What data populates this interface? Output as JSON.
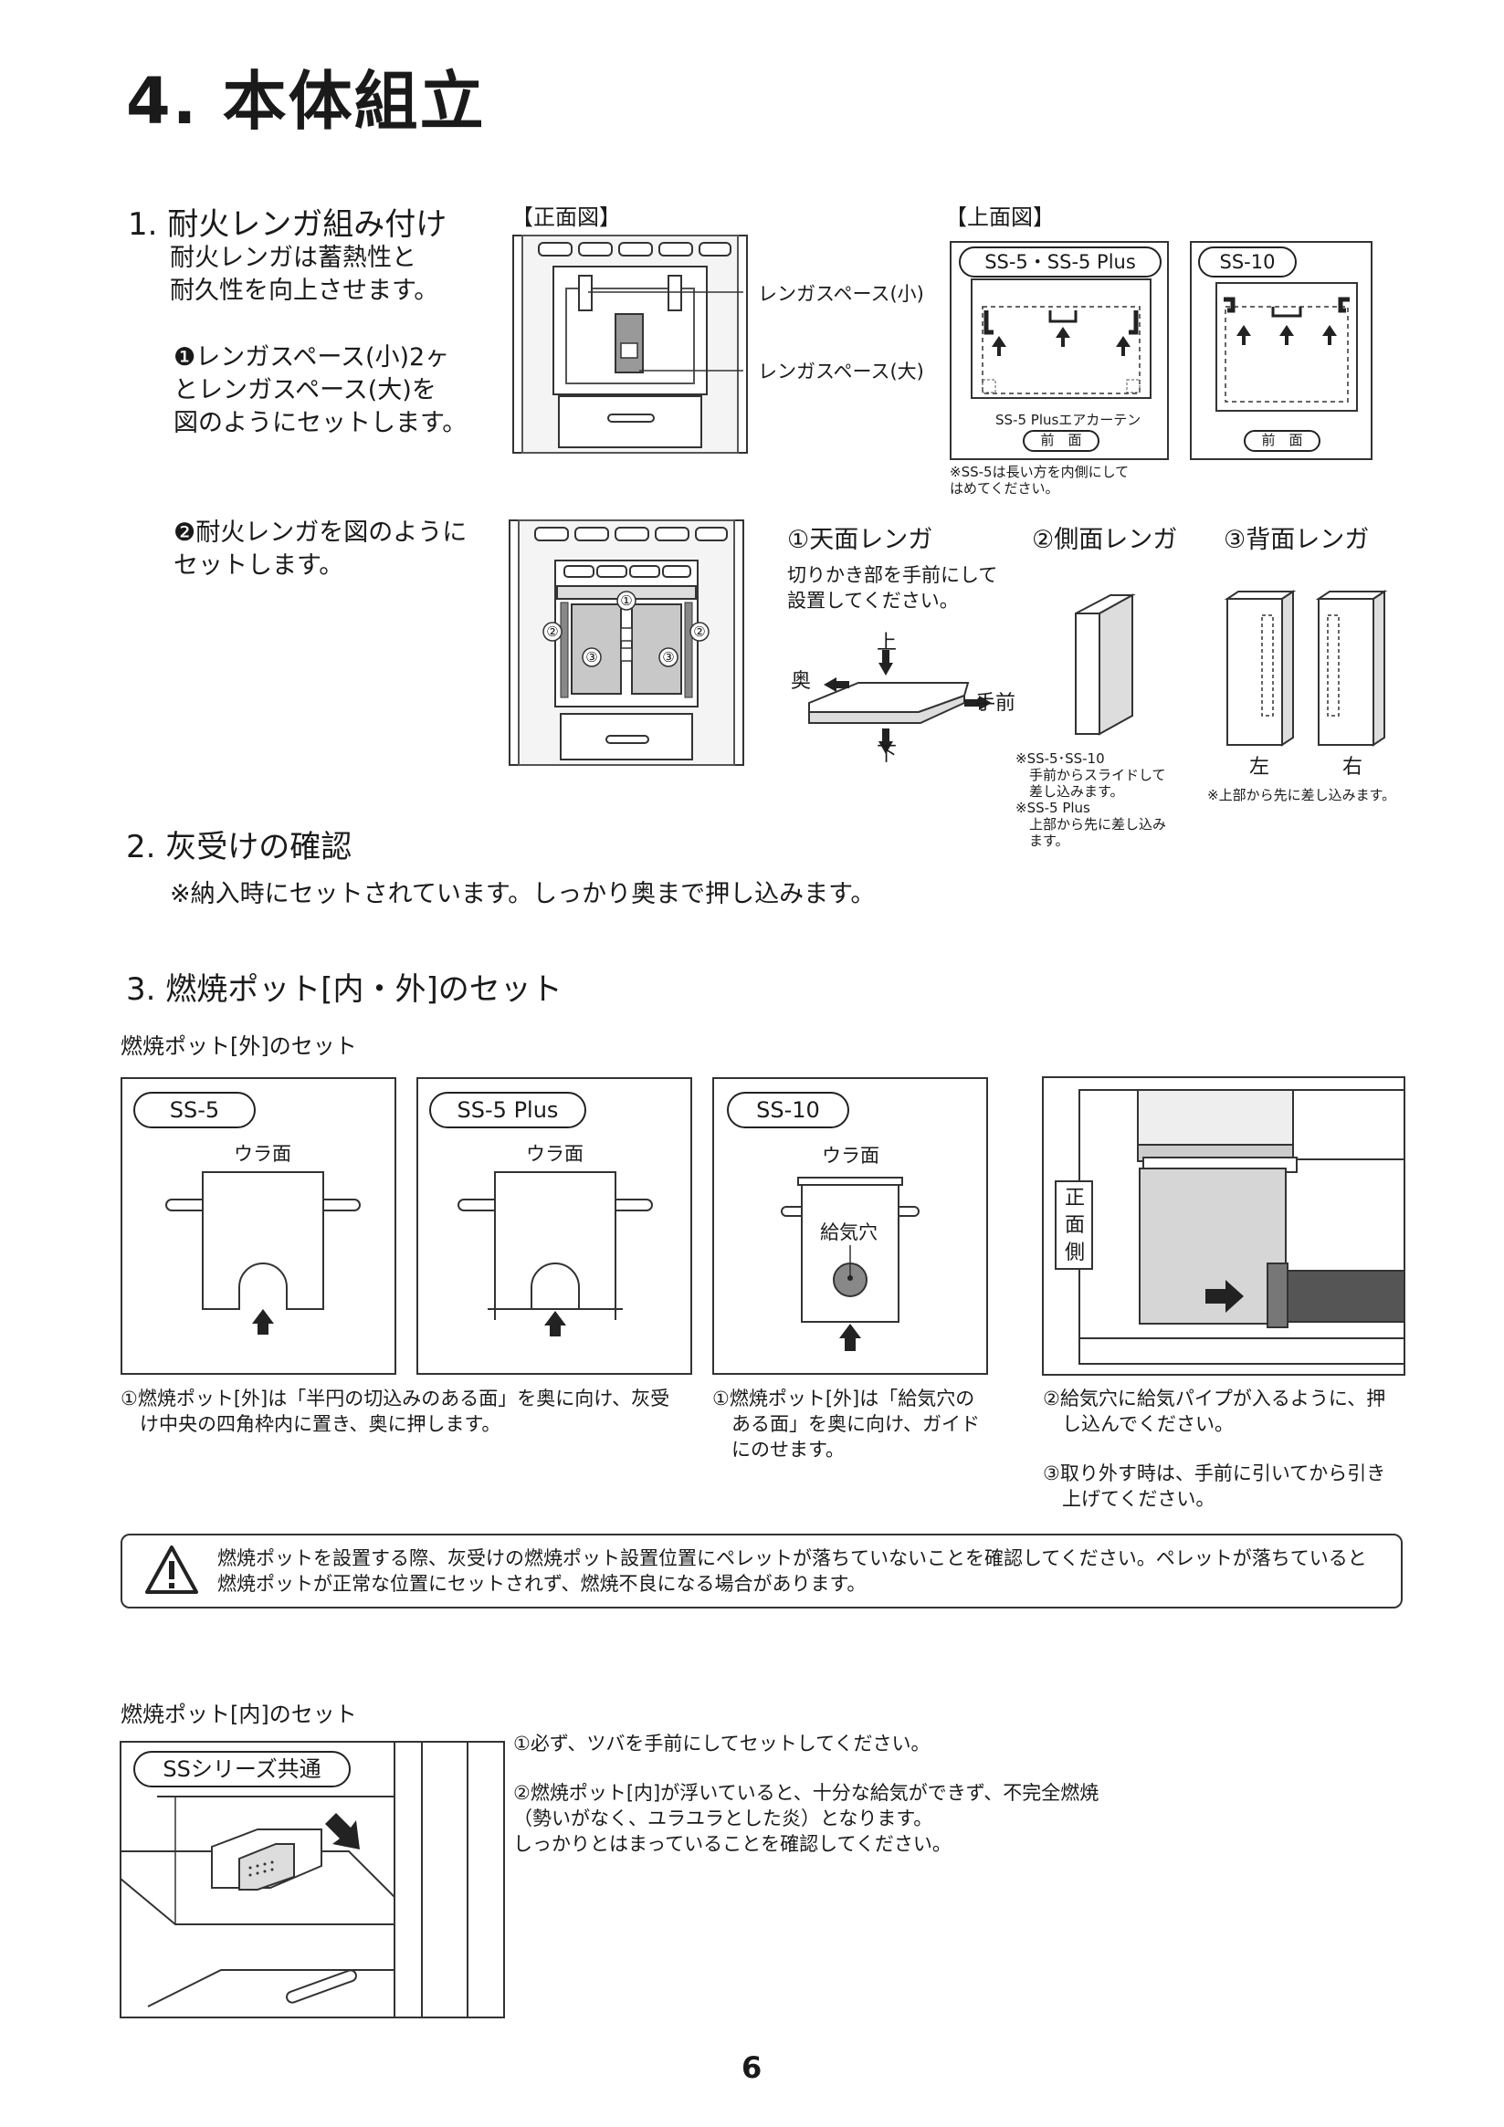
{
  "title": "4. 本体組立",
  "s1": {
    "heading": "1. 耐火レンガ組み付け",
    "desc": "耐火レンガは蓄熱性と\n耐久性を向上させます。",
    "step1": "❶レンガスペース(小)2ヶ\nとレンガスペース(大)を\n図のようにセットします。",
    "step2": "❷耐火レンガを図のように\nセットします。",
    "front_view": "【正面図】",
    "top_view": "【上面図】",
    "label_small": "レンガスペース(小)",
    "label_large": "レンガスペース(大)",
    "pill_ss5": "SS-5・SS-5 Plus",
    "pill_ss10": "SS-10",
    "air_curtain": "SS-5 Plusエアカーテン",
    "front_label": "前　面",
    "front_label2": "前　面",
    "note_ss5": "※SS-5は長い方を内側にして\nはめてください。",
    "num1": "①",
    "num2": "②",
    "num3": "③",
    "brick_top": "①天面レンガ",
    "brick_top_desc": "切りかき部を手前にして\n設置してください。",
    "dir_up": "上",
    "dir_back": "奥",
    "dir_front": "手前",
    "dir_down": "下",
    "brick_side": "②側面レンガ",
    "brick_side_note": "※SS-5･SS-10\n　手前からスライドして\n　差し込みます。\n※SS-5 Plus\n　上部から先に差し込み\n　ます。",
    "brick_back": "③背面レンガ",
    "left": "左",
    "right": "右",
    "brick_back_note": "※上部から先に差し込みます。"
  },
  "s2": {
    "heading": "2. 灰受けの確認",
    "note": "※納入時にセットされています。しっかり奥まで押し込みます。"
  },
  "s3": {
    "heading": "3. 燃焼ポット[内・外]のセット",
    "outer_heading": "燃焼ポット[外]のセット",
    "panels": [
      {
        "model": "SS-5",
        "side": "ウラ面"
      },
      {
        "model": "SS-5 Plus",
        "side": "ウラ面"
      },
      {
        "model": "SS-10",
        "side": "ウラ面",
        "hole": "給気穴"
      }
    ],
    "front_side": "正\n面\n側",
    "cap1": "①燃焼ポット[外]は「半円の切込みのある面」を奥に向け、灰受\n　け中央の四角枠内に置き、奥に押します。",
    "cap2": "①燃焼ポット[外]は「給気穴の\n　ある面」を奥に向け、ガイド\n　にのせます。",
    "cap3": "②給気穴に給気パイプが入るように、押\n　し込んでください。",
    "cap4": "③取り外す時は、手前に引いてから引き\n　上げてください。",
    "warning": "燃焼ポットを設置する際、灰受けの燃焼ポット設置位置にペレットが落ちていないことを確認してください。ペレットが落ちていると\n燃焼ポットが正常な位置にセットされず、燃焼不良になる場合があります。",
    "inner_heading": "燃焼ポット[内]のセット",
    "inner_pill": "SSシリーズ共通",
    "inner_text1": "①必ず、ツバを手前にしてセットしてください。",
    "inner_text2": "②燃焼ポット[内]が浮いていると、十分な給気ができず、不完全燃焼\n（勢いがなく、ユラユラとした炎）となります。\nしっかりとはまっていることを確認してください。"
  },
  "page_number": "6",
  "colors": {
    "ink": "#1a1a1a",
    "gray": "#9a9a9a",
    "brick": "#c8c8c8",
    "dark": "#555555"
  }
}
